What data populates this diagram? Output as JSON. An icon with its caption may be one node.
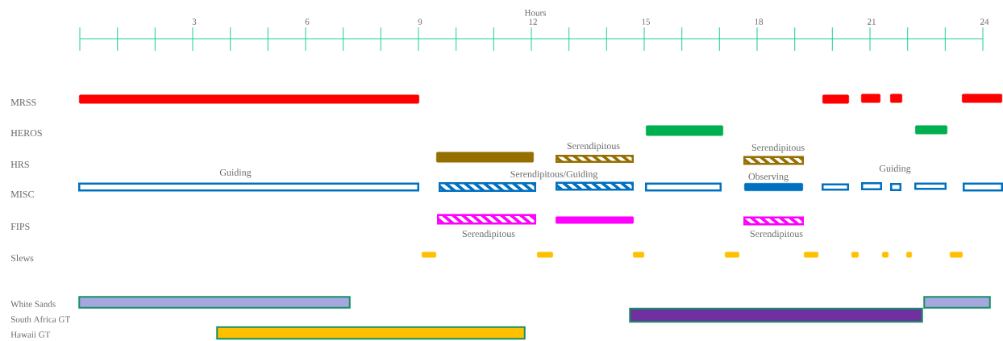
{
  "diagram": {
    "nodes": [
      {
        "text": [],
        "shape": "bar"
      },
      {
        "text": [],
        "shape": "bar"
      },
      {
        "text": [],
        "shape": "bar"
      },
      {
        "text": [],
        "shape": "bar"
      },
      {
        "text": [],
        "shape": "bar"
      },
      {
        "text": [],
        "shape": "bar"
      },
      {
        "text": [],
        "shape": "bar"
      },
      {
        "text": [],
        "shape": "bar"
      },
      {
        "text": [],
        "shape": "bar",
        "beside": [
          "Serendipitous"
        ]
      },
      {
        "text": [],
        "shape": "bar",
        "beside": [
          "Serendipitous"
        ]
      },
      {
        "text": [],
        "shape": "bar",
        "beside": [
          "Guiding"
        ]
      },
      {
        "text": [],
        "shape": "bar"
      },
      {
        "text": [],
        "shape": "bar",
        "beside": [
          "Serendipitous/Guiding"
        ]
      },
      {
        "text": [],
        "shape": "bar"
      },
      {
        "text": [],
        "shape": "bar",
        "beside": [
          "Observing"
        ]
      },
      {
        "text": [],
        "shape": "bar"
      },
      {
        "text": [],
        "shape": "bar"
      },
      {
        "text": [],
        "shape": "bar"
      },
      {
        "text": [],
        "shape": "bar",
        "beside": [
          "Guiding"
        ]
      },
      {
        "text": [],
        "shape": "bar"
      },
      {
        "text": [],
        "shape": "bar",
        "beside": [
          "Serendipitous"
        ]
      },
      {
        "text": [],
        "shape": "bar"
      },
      {
        "text": [],
        "shape": "bar",
        "beside": [
          "Serendipitous"
        ]
      },
      {
        "text": [],
        "shape": "bar"
      },
      {
        "text": [],
        "shape": "bar"
      },
      {
        "text": [],
        "shape": "bar"
      },
      {
        "text": [],
        "shape": "bar"
      },
      {
        "text": [],
        "shape": "bar"
      },
      {
        "text": [],
        "shape": "bar"
      },
      {
        "text": [],
        "shape": "bar"
      },
      {
        "text": [],
        "shape": "bar"
      },
      {
        "text": [],
        "shape": "bar"
      },
      {
        "text": [],
        "shape": "bar"
      },
      {
        "text": [],
        "shape": "bar"
      },
      {
        "text": [],
        "shape": "bar"
      },
      {
        "text": [],
        "shape": "bar"
      }
    ],
    "labels": [
      "Hours",
      "3",
      "6",
      "9",
      "12",
      "15",
      "18",
      "21",
      "24",
      "MRSS",
      "HEROS",
      "HRS",
      "MISC",
      "FIPS",
      "Slews",
      "White Sands",
      "South Africa GT",
      "Hawaii GT"
    ]
  }
}
